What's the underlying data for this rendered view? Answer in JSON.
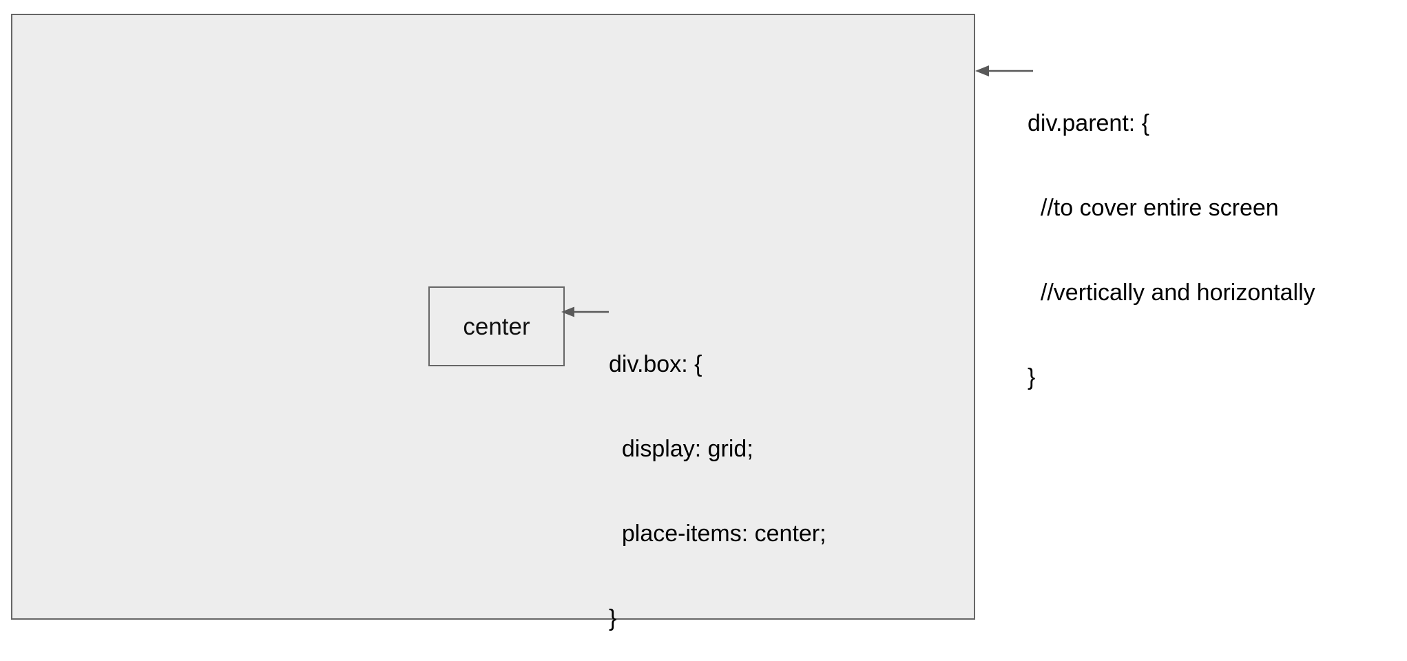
{
  "diagram": {
    "type": "css-centering-illustration",
    "background_color": "#ffffff",
    "parent": {
      "name": "div.parent",
      "fill_color": "#ededed",
      "border_color": "#666666",
      "annotation": {
        "arrow": "left-arrow-icon",
        "lines": [
          "div.parent: {",
          "  //to cover entire screen",
          "  //vertically and horizontally",
          "}"
        ]
      }
    },
    "box": {
      "name": "div.box",
      "label": "center",
      "fill_color": "#ededed",
      "border_color": "#666666",
      "annotation": {
        "arrow": "left-arrow-icon",
        "lines": [
          "div.box: {",
          "  display: grid;",
          "  place-items: center;",
          "}"
        ]
      }
    }
  }
}
